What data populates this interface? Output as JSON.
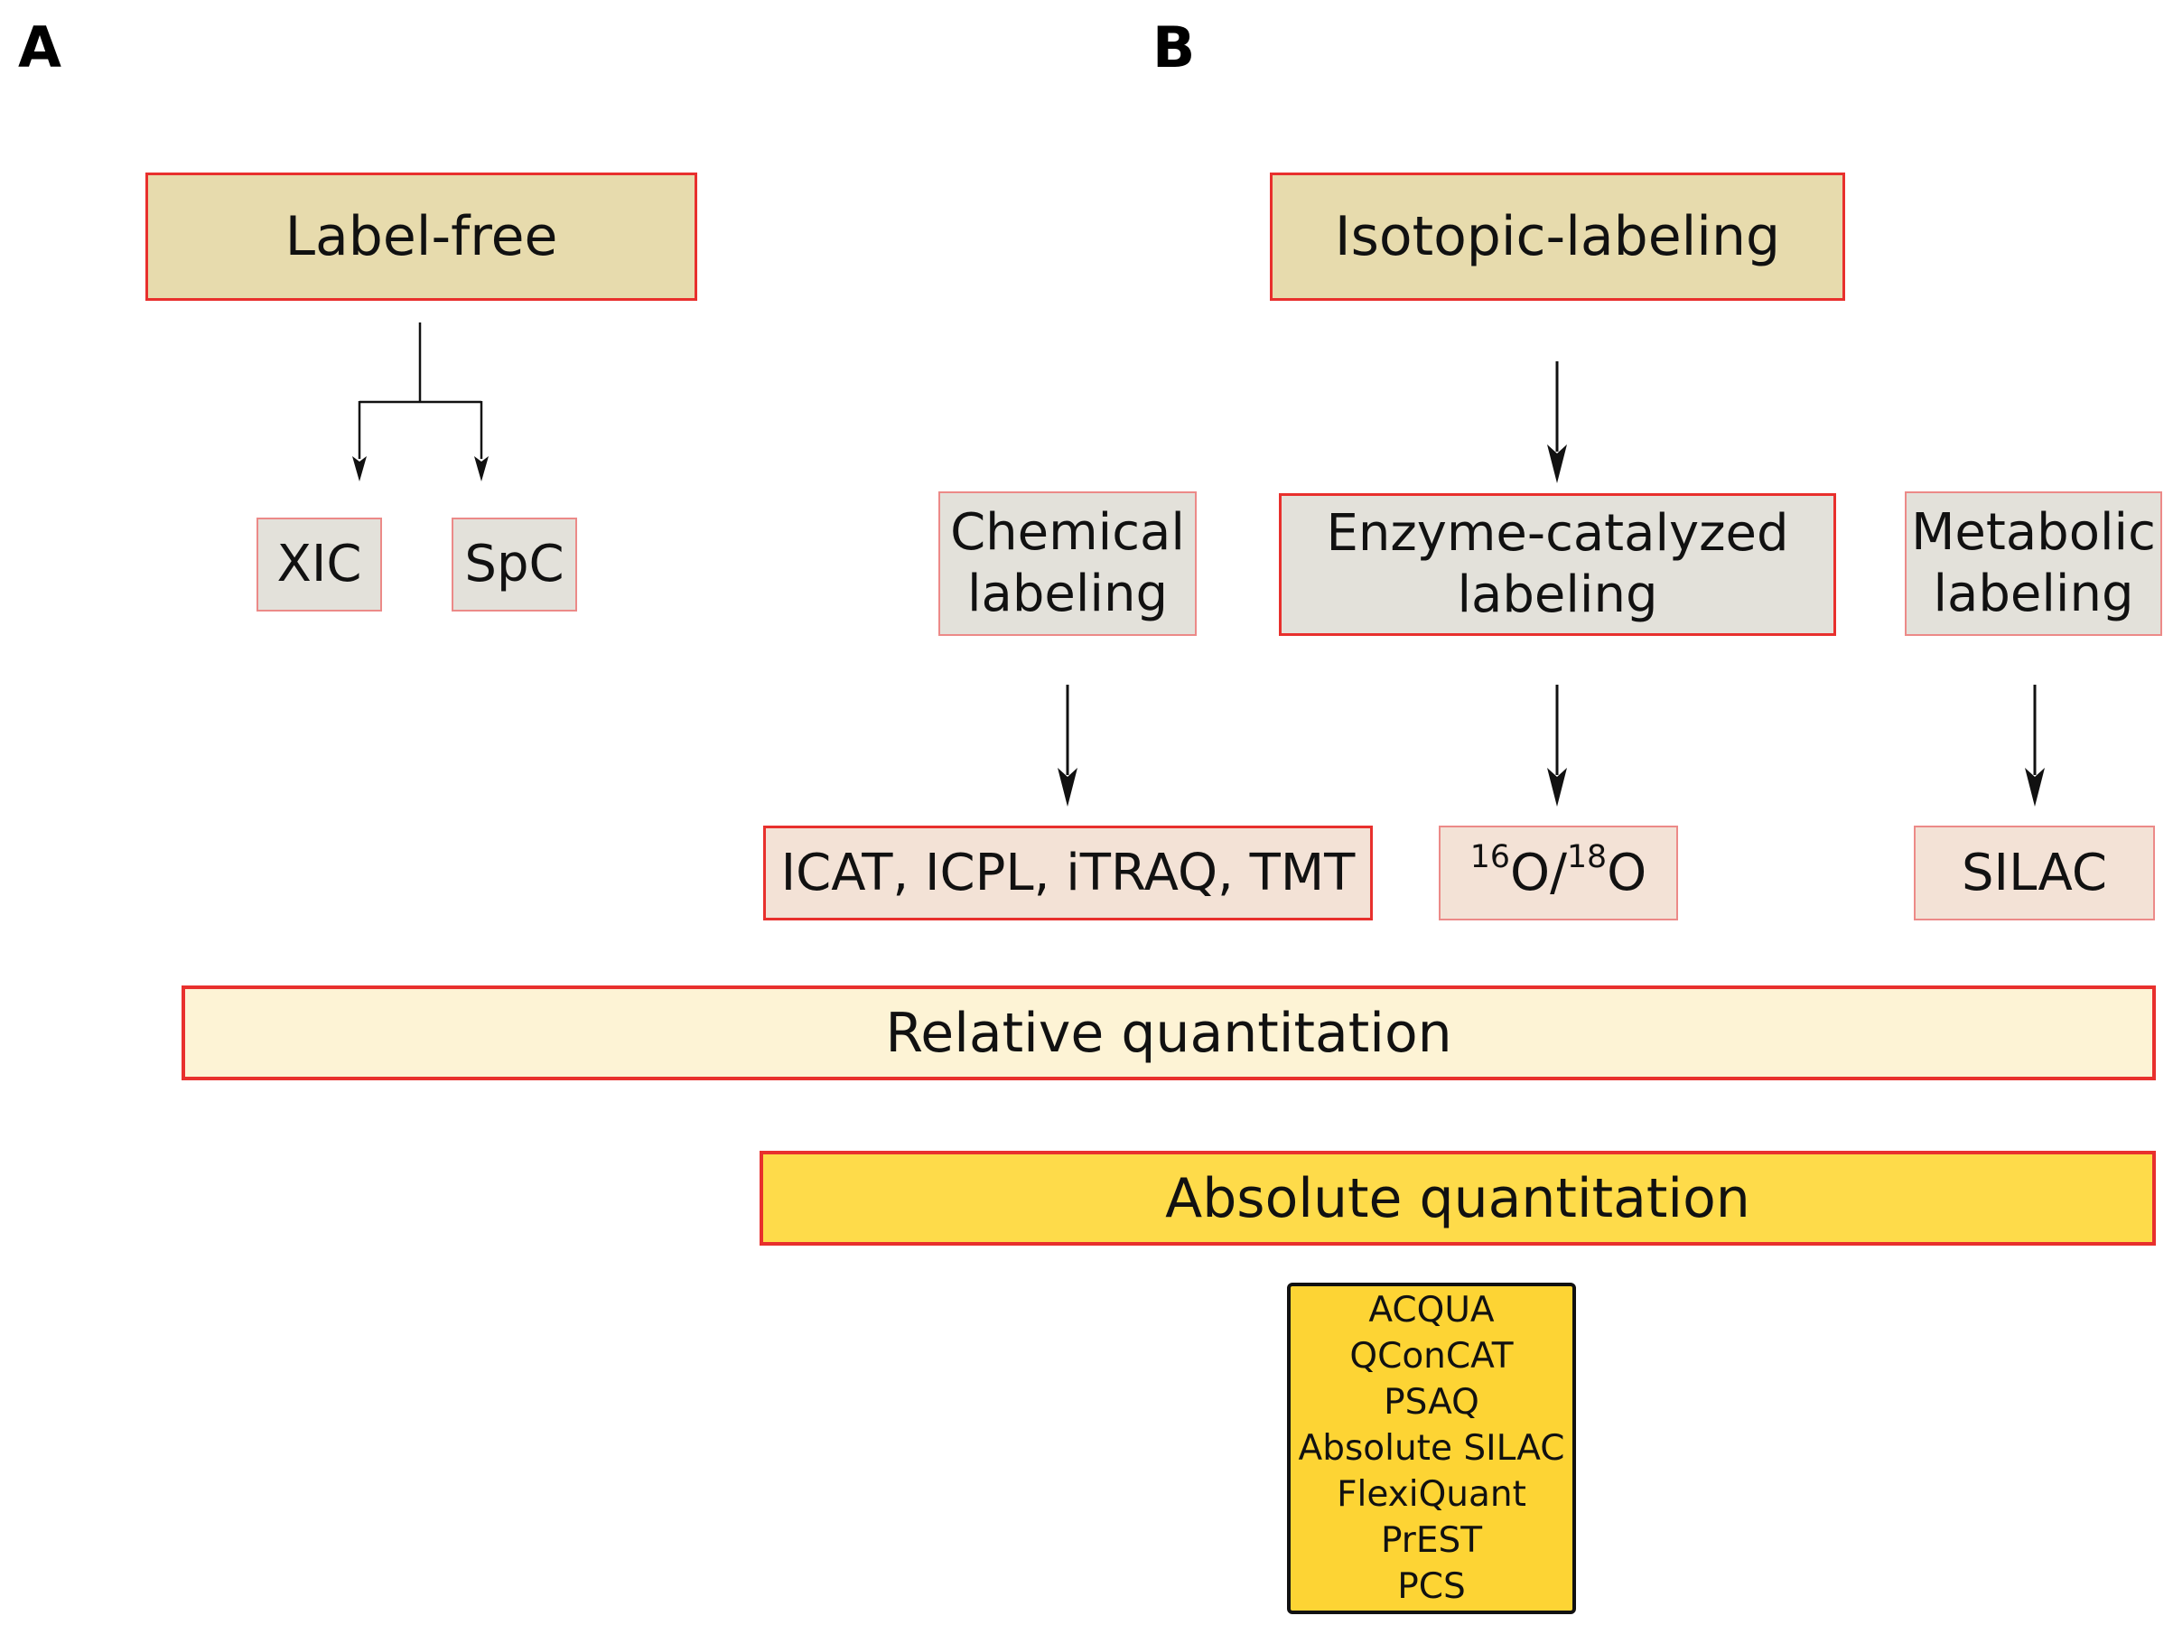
{
  "panels": {
    "a_label": "A",
    "b_label": "B"
  },
  "label_free": {
    "title": "Label-free",
    "children": [
      "XIC",
      "SpC"
    ]
  },
  "isotopic": {
    "title": "Isotopic-labeling",
    "chemical": {
      "line1": "Chemical",
      "line2": "labeling"
    },
    "enzyme": {
      "line1": "Enzyme-catalyzed",
      "line2": "labeling"
    },
    "metabolic": {
      "line1": "Metabolic",
      "line2": "labeling"
    },
    "chemical_methods": "ICAT, ICPL, iTRAQ, TMT",
    "enzyme_method": {
      "sup1": "16",
      "base1": "O/",
      "sup2": "18",
      "base2": "O"
    },
    "metabolic_method": "SILAC"
  },
  "quantitation": {
    "relative": "Relative quantitation",
    "absolute": "Absolute quantitation"
  },
  "absolute_methods": [
    "ACQUA",
    "QConCAT",
    "PSAQ",
    "Absolute SILAC",
    "FlexiQuant",
    "PrEST",
    "PCS"
  ],
  "colors": {
    "red_border": "#e8302d",
    "header_fill": "#e7dbad",
    "technique_fill": "#e3e1da",
    "leaf_fill": "#f3e2d6",
    "relative_fill": "#fdf3d5",
    "absolute_fill": "#fedb4a",
    "list_fill": "#fdd434"
  }
}
